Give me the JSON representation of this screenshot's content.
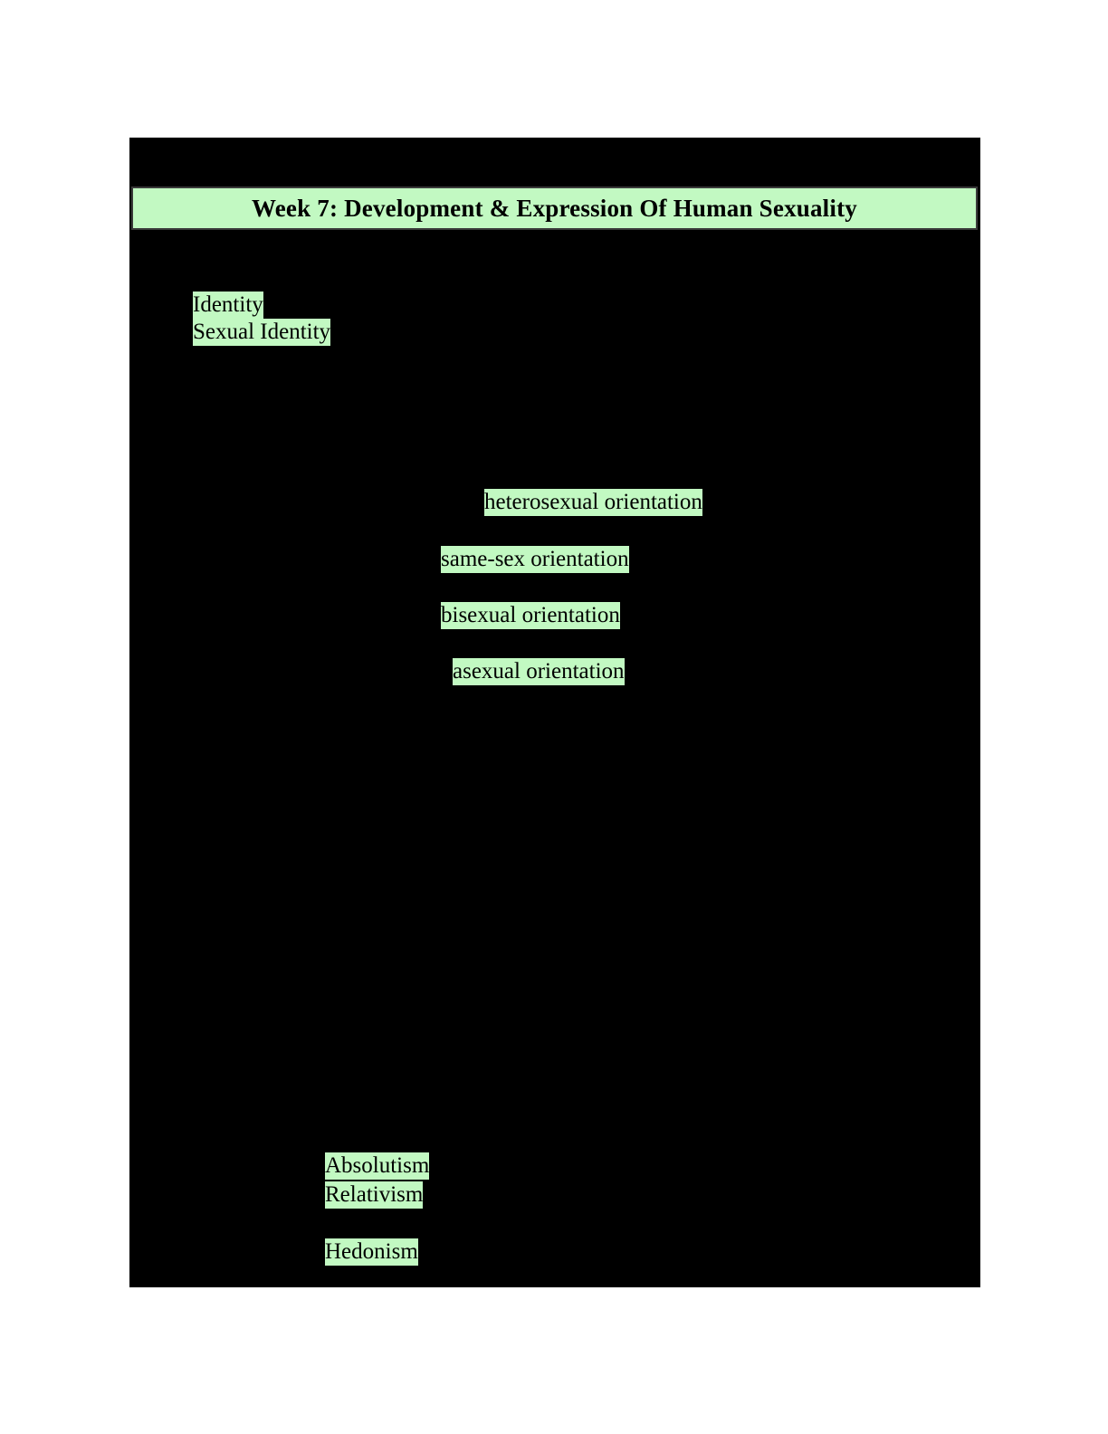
{
  "header": {
    "title": "Week 7: Development & Expression Of Human Sexuality"
  },
  "terms": {
    "identity": "Identity",
    "sexual_identity": "Sexual Identity",
    "heterosexual": "heterosexual orientation",
    "same_sex": "same-sex orientation",
    "bisexual": "bisexual orientation",
    "asexual": "asexual orientation",
    "absolutism": "Absolutism",
    "relativism": "Relativism",
    "hedonism": "Hedonism"
  },
  "colors": {
    "highlight": "#c2f9c2",
    "page_background": "#ffffff",
    "canvas_background": "#000000",
    "text": "#000000"
  }
}
